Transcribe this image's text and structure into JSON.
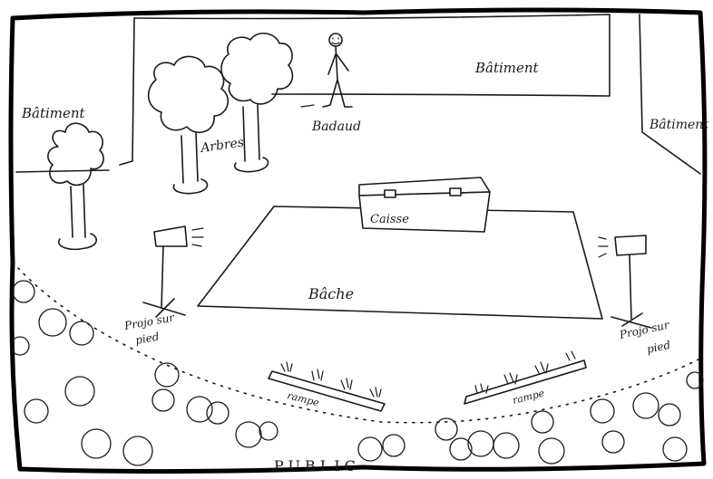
{
  "labels": {
    "batiment_left": "Bâtiment",
    "batiment_top": "Bâtiment",
    "batiment_right": "Bâtiment",
    "badaud": "Badaud",
    "arbres": "Arbres",
    "caisse": "Caisse",
    "bache": "Bâche",
    "projo_left_1": "Projo sur",
    "projo_left_2": "pied",
    "projo_right_1": "Projo sur",
    "projo_right_2": "pied",
    "rampe_left": "rampe",
    "rampe_right": "rampe",
    "public": "PUBLIC"
  },
  "colors": {
    "ink": "#1a1a1a",
    "paper": "#ffffff"
  }
}
